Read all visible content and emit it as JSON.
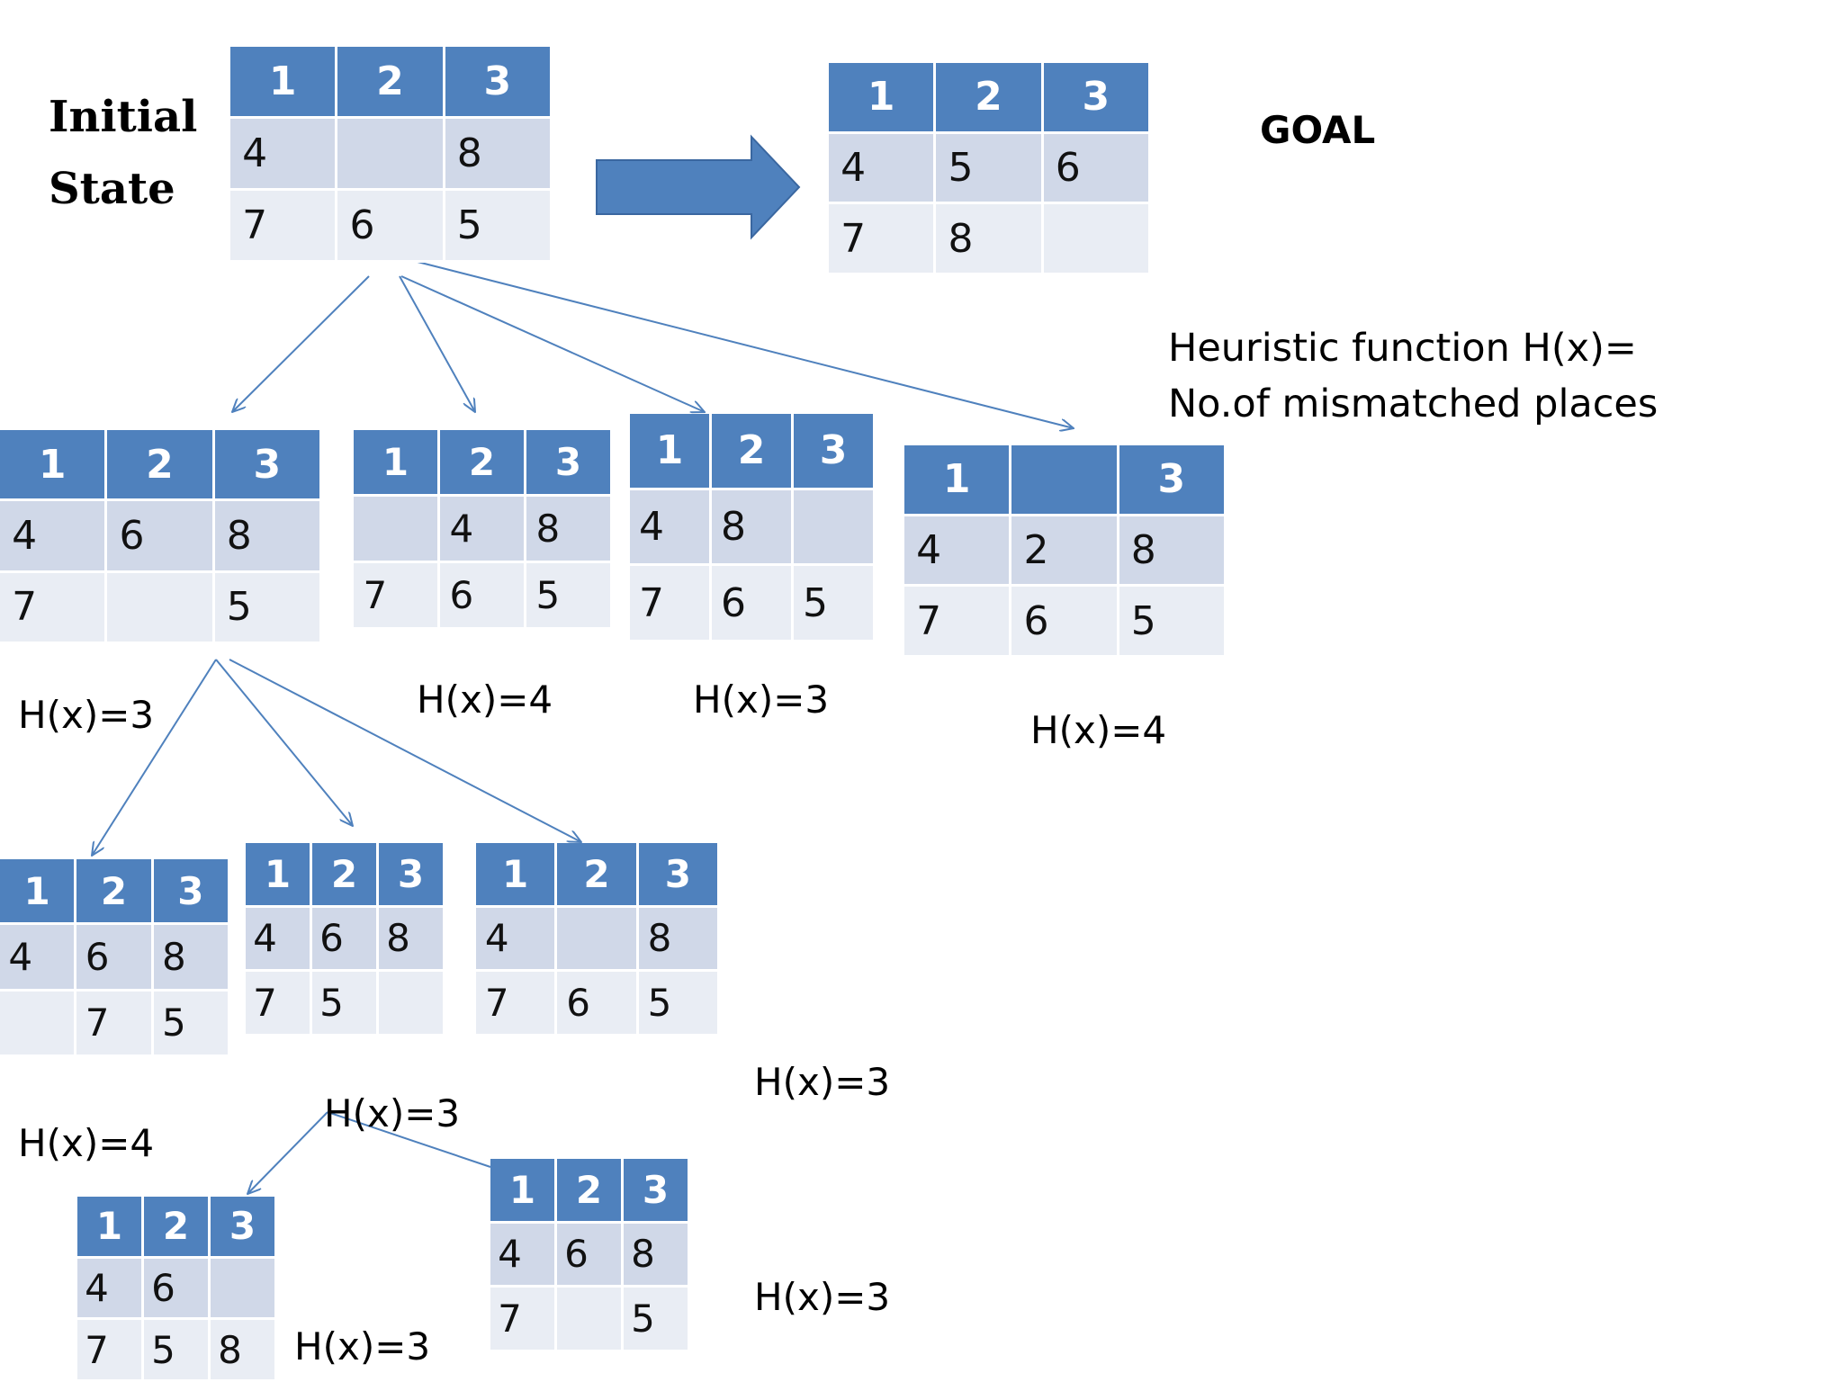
{
  "labels": {
    "initial_line1": "Initial",
    "initial_line2": "State",
    "goal": "GOAL",
    "heuristic_line1": "Heuristic function H(x)=",
    "heuristic_line2": "No.of mismatched places"
  },
  "boards": {
    "initial": [
      "1",
      "2",
      "3",
      "4",
      "",
      "8",
      "7",
      "6",
      "5"
    ],
    "goal": [
      "1",
      "2",
      "3",
      "4",
      "5",
      "6",
      "7",
      "8",
      ""
    ],
    "l1_a": [
      "1",
      "2",
      "3",
      "4",
      "6",
      "8",
      "7",
      "",
      "5"
    ],
    "l1_b": [
      "1",
      "2",
      "3",
      "",
      "4",
      "8",
      "7",
      "6",
      "5"
    ],
    "l1_c": [
      "1",
      "2",
      "3",
      "4",
      "8",
      "",
      "7",
      "6",
      "5"
    ],
    "l1_d": [
      "1",
      "",
      "3",
      "4",
      "2",
      "8",
      "7",
      "6",
      "5"
    ],
    "l2_a": [
      "1",
      "2",
      "3",
      "4",
      "6",
      "8",
      "",
      "7",
      "5"
    ],
    "l2_b": [
      "1",
      "2",
      "3",
      "4",
      "6",
      "8",
      "7",
      "5",
      ""
    ],
    "l2_c": [
      "1",
      "2",
      "3",
      "4",
      "",
      "8",
      "7",
      "6",
      "5"
    ],
    "l3_a": [
      "1",
      "2",
      "3",
      "4",
      "6",
      "",
      "7",
      "5",
      "8"
    ],
    "l3_b": [
      "1",
      "2",
      "3",
      "4",
      "6",
      "8",
      "7",
      "",
      "5"
    ]
  },
  "h_values": {
    "l1_a": "H(x)=3",
    "l1_b": "H(x)=4",
    "l1_c": "H(x)=3",
    "l1_d": "H(x)=4",
    "l2_a": "H(x)=4",
    "l2_b": "H(x)=3",
    "l2_c": "H(x)=3",
    "l3_a": "H(x)=3",
    "l3_b": "H(x)=3"
  },
  "colors": {
    "header": "#4f81bd",
    "row_dark": "#d0d8e8",
    "row_light": "#e9edf4",
    "arrow": "#4f81bd"
  }
}
